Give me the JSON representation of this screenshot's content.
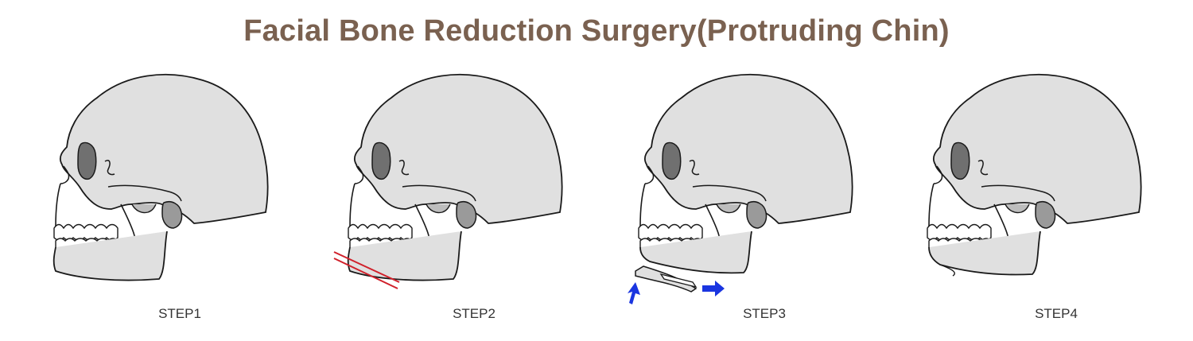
{
  "title": "Facial Bone Reduction Surgery(Protruding Chin)",
  "colors": {
    "title": "#7a6150",
    "skull_fill": "#e0e0e0",
    "orbit_fill": "#707070",
    "joint_fill": "#9a9a9a",
    "outline": "#1a1a1a",
    "cut_lines": "#d0202a",
    "arrows": "#1a35e0"
  },
  "steps": [
    {
      "label": "STEP1"
    },
    {
      "label": "STEP2"
    },
    {
      "label": "STEP3"
    },
    {
      "label": "STEP4"
    }
  ]
}
